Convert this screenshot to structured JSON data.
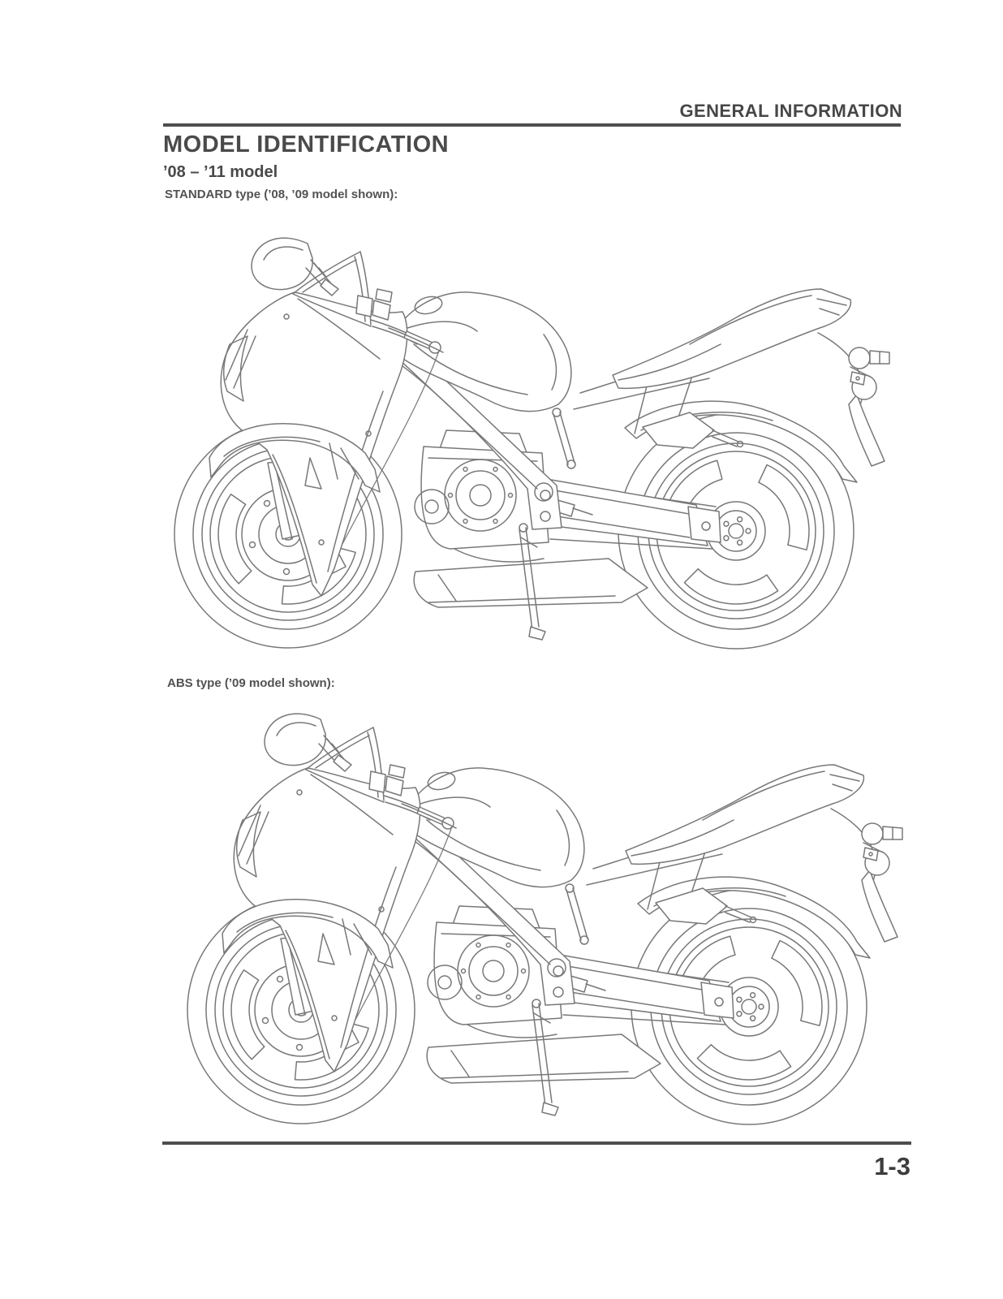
{
  "page": {
    "section_header": "GENERAL INFORMATION",
    "title": "MODEL IDENTIFICATION",
    "model_range": "’08 – ’11 model",
    "page_number": "1-3"
  },
  "figures": [
    {
      "id": "standard",
      "label": "STANDARD type (’08, ’09 model shown):"
    },
    {
      "id": "abs",
      "label": "ABS type (’09 model shown):"
    }
  ],
  "colors": {
    "text": "#4a4a4a",
    "rule": "#4e4e4e",
    "line_art": "#787878",
    "background": "#ffffff"
  }
}
